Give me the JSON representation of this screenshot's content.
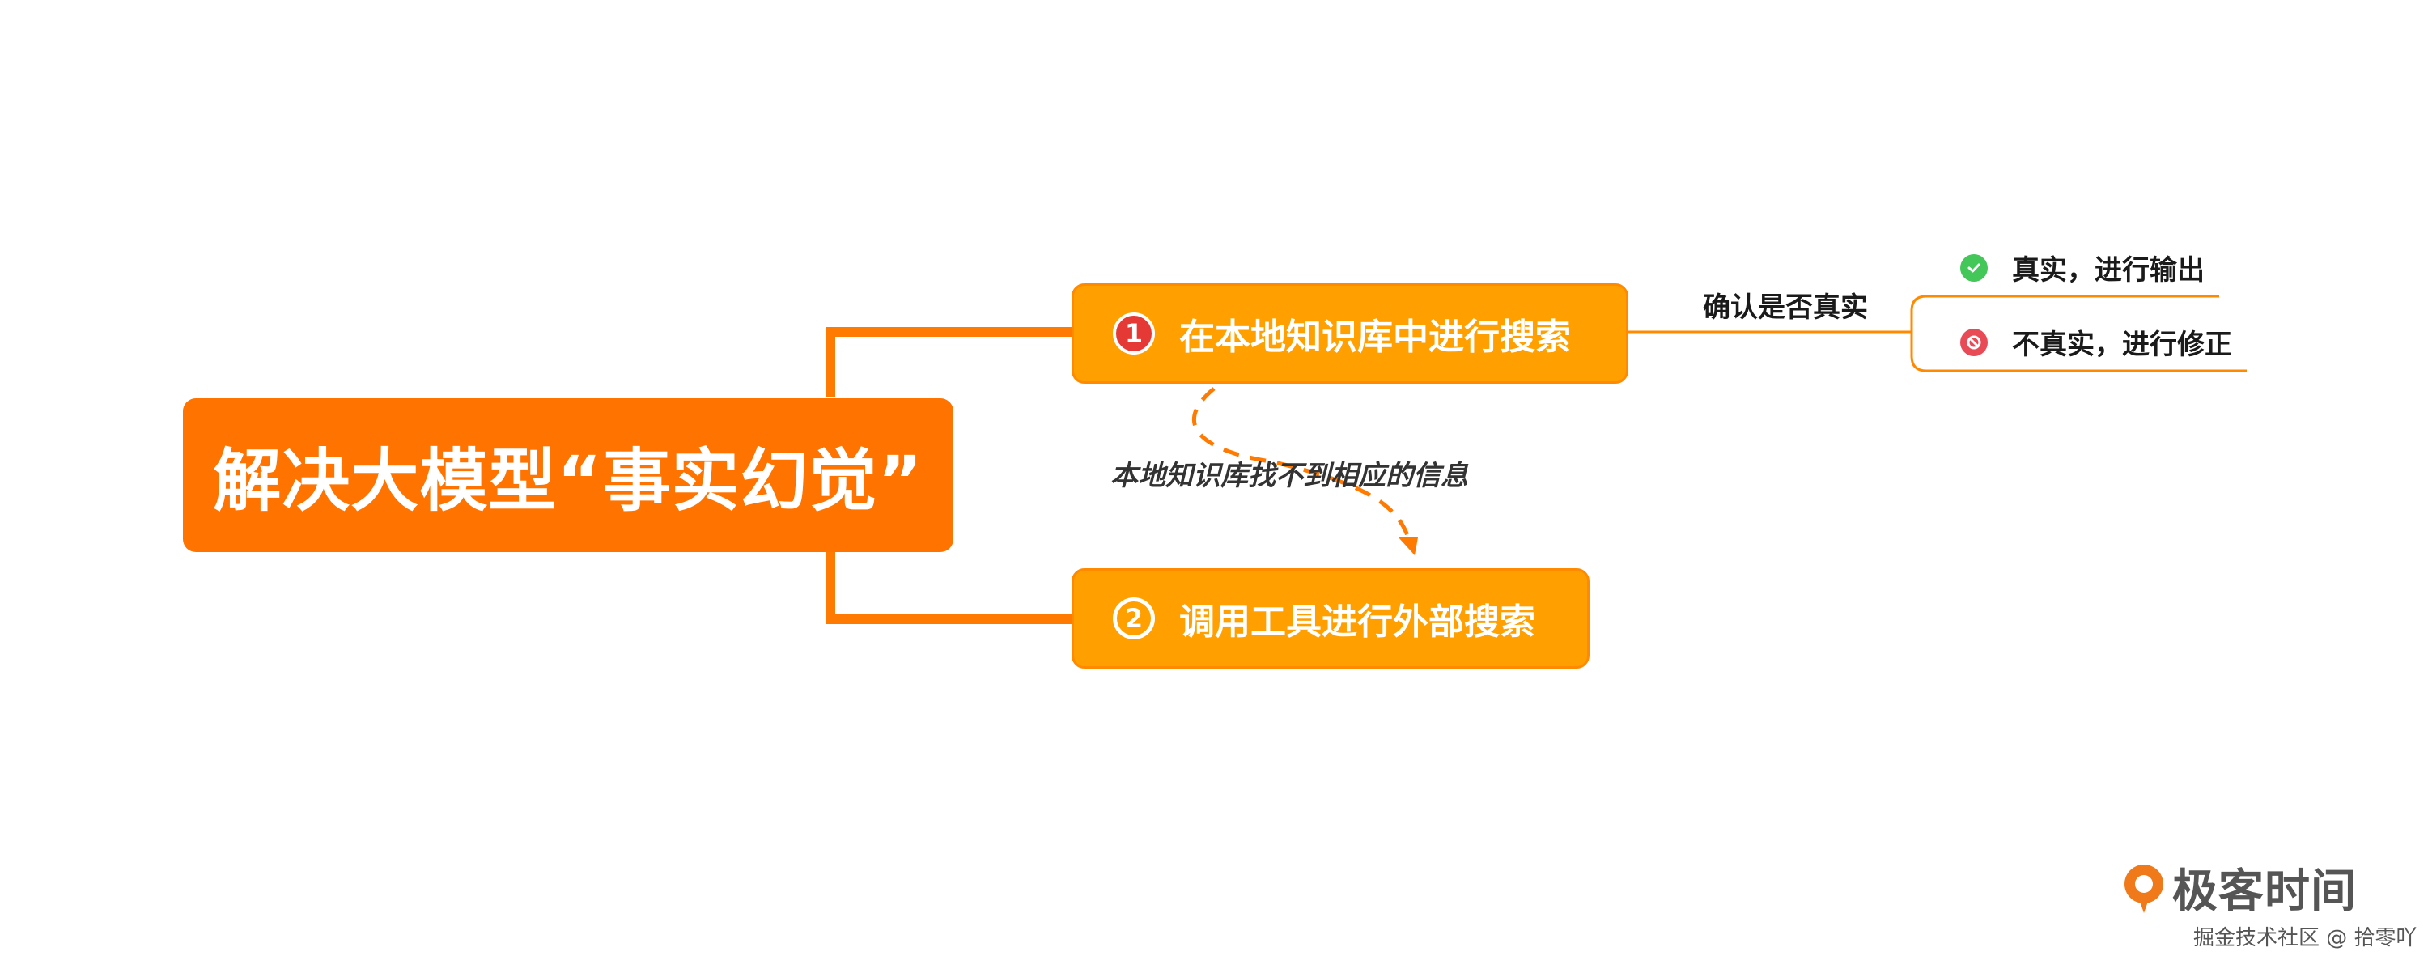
{
  "root": {
    "title": "解决大模型“事实幻觉”"
  },
  "branch1": {
    "number": "1",
    "label": "在本地知识库中进行搜索"
  },
  "branch2": {
    "number": "2",
    "label": "调用工具进行外部搜索"
  },
  "edge_confirm": {
    "label": "确认是否真实"
  },
  "edge_fallback": {
    "label": "本地知识库找不到相应的信息"
  },
  "leaves": [
    {
      "icon": "check-circle-icon",
      "label": "真实，进行输出"
    },
    {
      "icon": "stop-circle-icon",
      "label": "不真实，进行修正"
    }
  ],
  "brand": {
    "name": "极客时间"
  },
  "watermark": {
    "text": "掘金技术社区 @ 拾零吖"
  },
  "colors": {
    "root": "#ff7400",
    "topic": "#ffa000",
    "connector": "#ff7a00",
    "check": "#43c759",
    "stop": "#e94b56",
    "badge_red": "#e53935"
  }
}
